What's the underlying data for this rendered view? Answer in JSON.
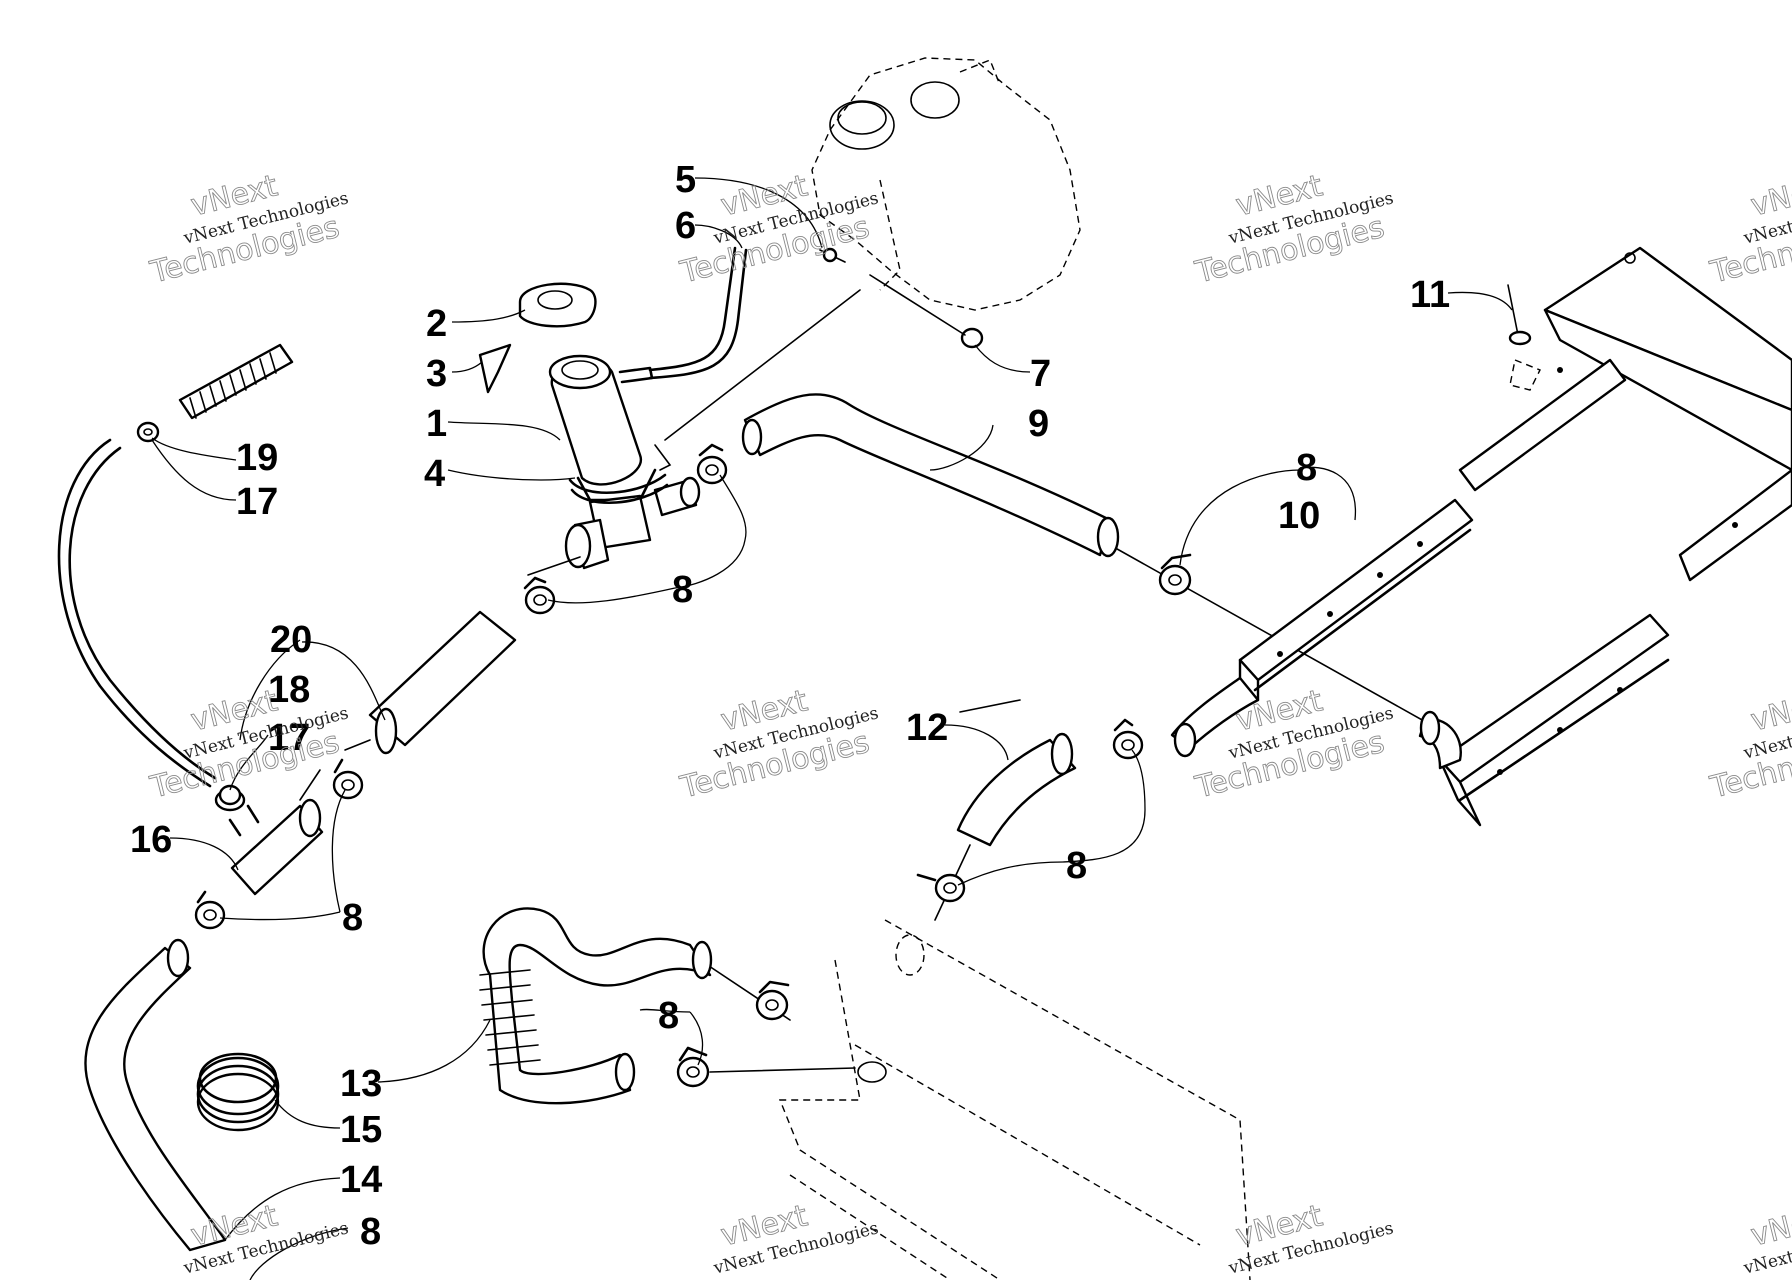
{
  "diagram": {
    "callouts": [
      "1",
      "2",
      "3",
      "4",
      "5",
      "6",
      "7",
      "8",
      "9",
      "10",
      "11",
      "12",
      "13",
      "14",
      "15",
      "16",
      "17",
      "18",
      "19",
      "20"
    ],
    "extra_callouts": {
      "eight": "8",
      "seventeen": "17"
    }
  },
  "watermark": {
    "line1": "vNext",
    "line2": "vNext Technologies",
    "line3": "Technologies"
  }
}
